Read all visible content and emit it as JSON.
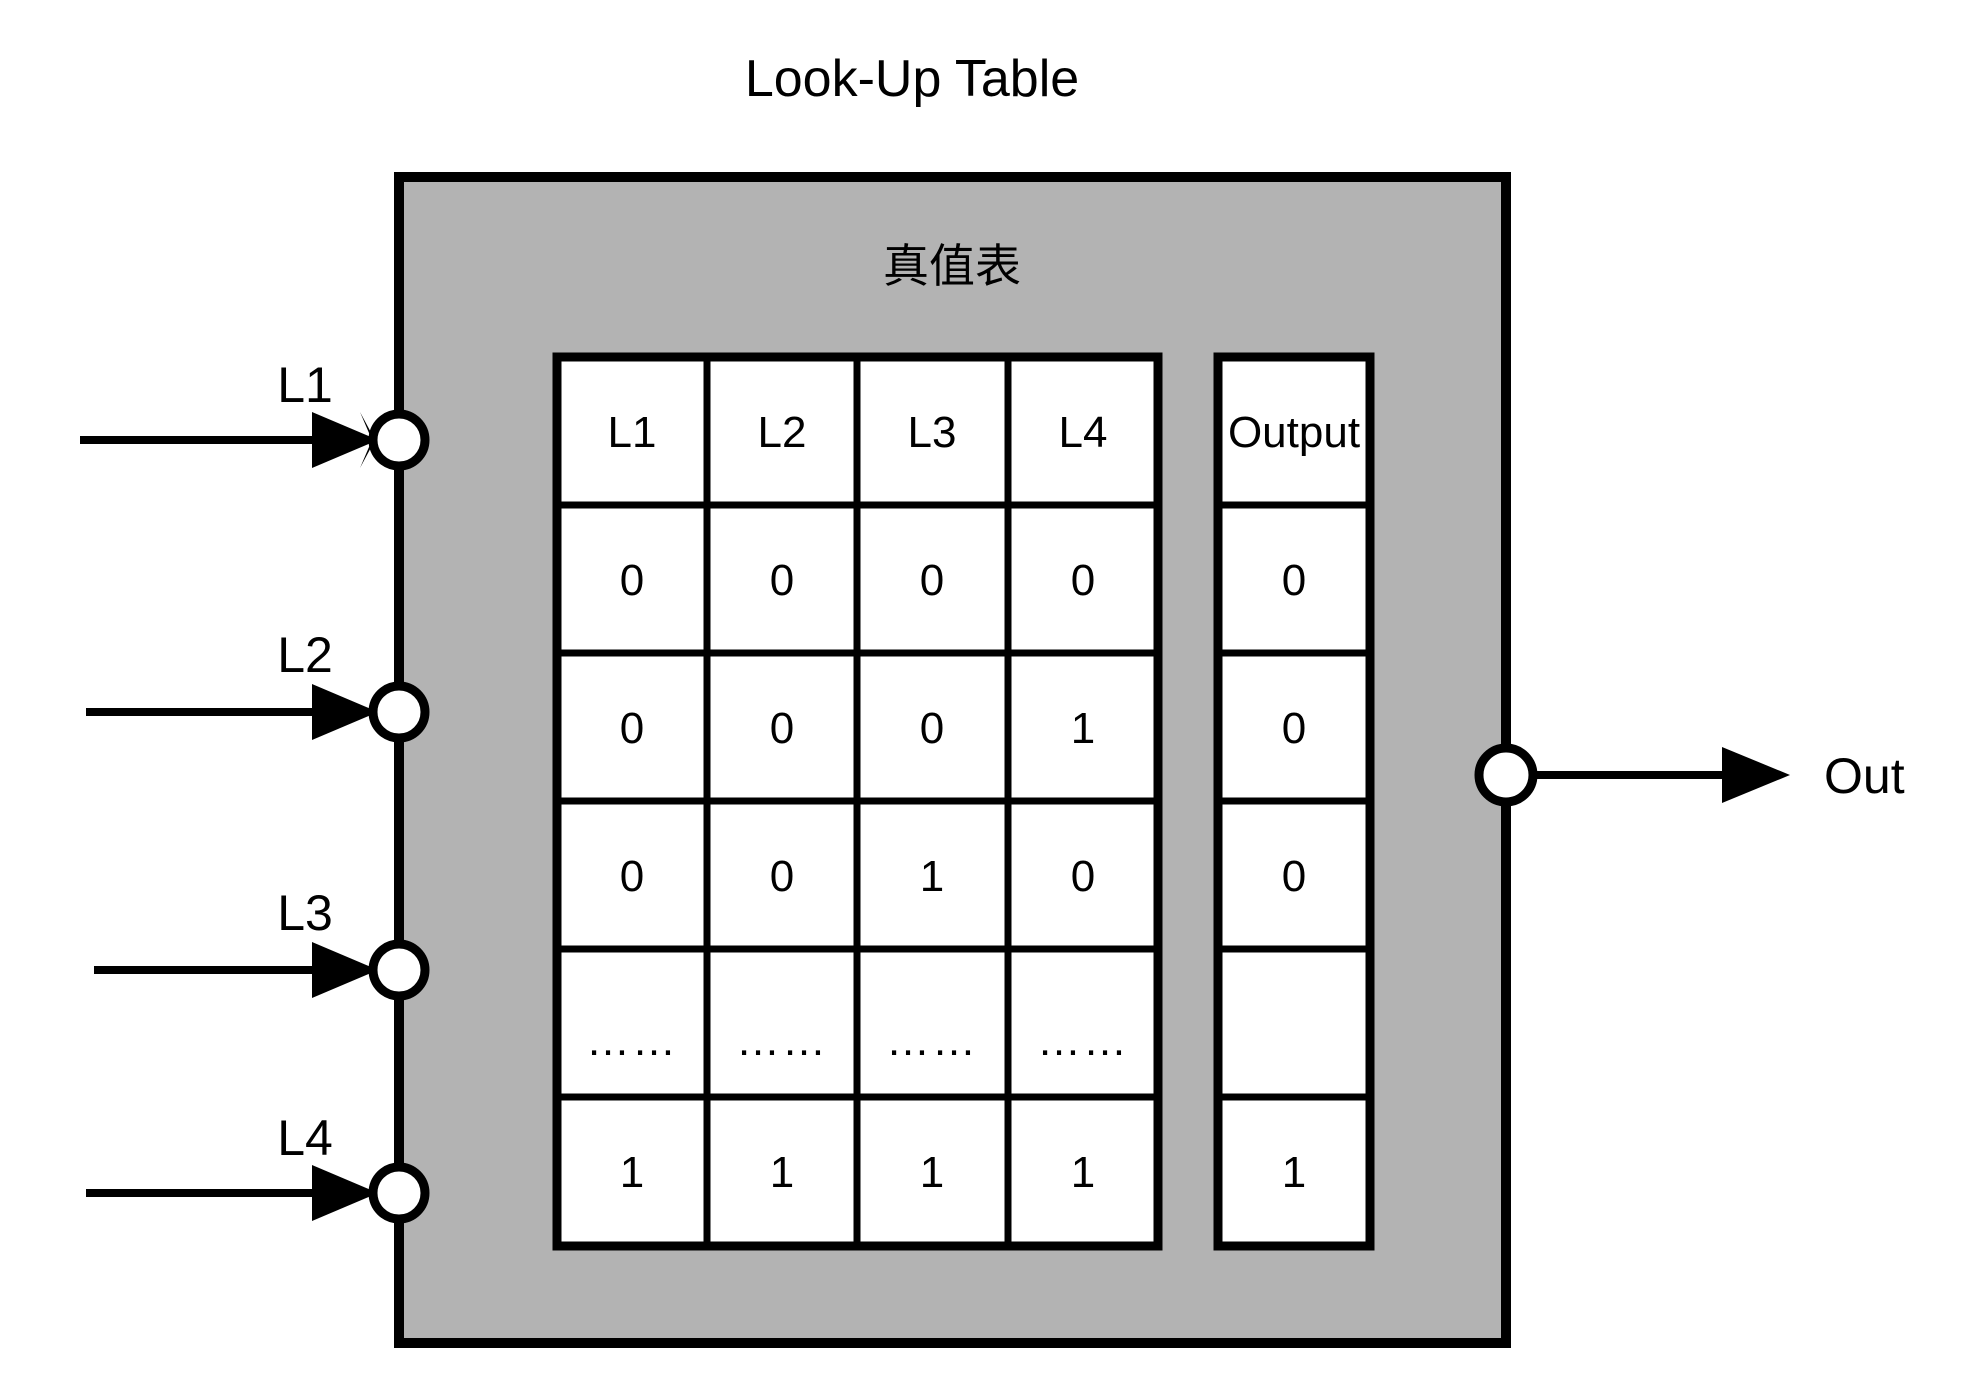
{
  "title": "Look-Up Table",
  "box": {
    "caption": "真值表",
    "fill_color": "#b3b3b3",
    "border_color": "#000000"
  },
  "inputs": [
    {
      "label": "L1",
      "icon": "input-port-circle"
    },
    {
      "label": "L2",
      "icon": "input-port-circle"
    },
    {
      "label": "L3",
      "icon": "input-port-circle"
    },
    {
      "label": "L4",
      "icon": "input-port-circle"
    }
  ],
  "output": {
    "label": "Out",
    "icon": "output-port-circle"
  },
  "truth_table": {
    "input_headers": [
      "L1",
      "L2",
      "L3",
      "L4"
    ],
    "output_header": "Output",
    "rows": [
      {
        "inputs": [
          "0",
          "0",
          "0",
          "0"
        ],
        "output": "0"
      },
      {
        "inputs": [
          "0",
          "0",
          "0",
          "1"
        ],
        "output": "0"
      },
      {
        "inputs": [
          "0",
          "0",
          "1",
          "0"
        ],
        "output": "0"
      },
      {
        "inputs": [
          "……",
          "……",
          "……",
          "……"
        ],
        "output": ""
      },
      {
        "inputs": [
          "1",
          "1",
          "1",
          "1"
        ],
        "output": "1"
      }
    ]
  },
  "chart_data": {
    "type": "table",
    "title": "Look-Up Table",
    "subtitle": "真值表",
    "columns": [
      "L1",
      "L2",
      "L3",
      "L4",
      "Output"
    ],
    "rows": [
      [
        "0",
        "0",
        "0",
        "0",
        "0"
      ],
      [
        "0",
        "0",
        "0",
        "1",
        "0"
      ],
      [
        "0",
        "0",
        "1",
        "0",
        "0"
      ],
      [
        "……",
        "……",
        "……",
        "……",
        ""
      ],
      [
        "1",
        "1",
        "1",
        "1",
        "1"
      ]
    ],
    "notes": "4-input LUT block; inputs L1-L4 enter on the left through circular ports, single output Out leaves on the right."
  }
}
